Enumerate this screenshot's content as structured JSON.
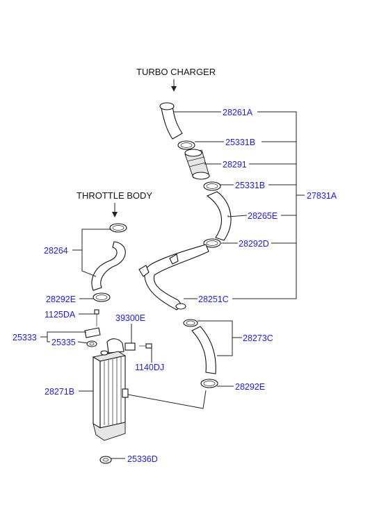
{
  "captions": {
    "turbo": "TURBO CHARGER",
    "throttle": "THROTTLE BODY"
  },
  "labels": {
    "p28261A": "28261A",
    "p25331B_1": "25331B",
    "p28291": "28291",
    "p25331B_2": "25331B",
    "p27831A": "27831A",
    "p28265E": "28265E",
    "p28292D": "28292D",
    "p28251C": "28251C",
    "p28264": "28264",
    "p28292E_1": "28292E",
    "p1125DA": "1125DA",
    "p39300E": "39300E",
    "p25333": "25333",
    "p25335": "25335",
    "p1140DJ": "1140DJ",
    "p28273C": "28273C",
    "p28271B": "28271B",
    "p28292E_2": "28292E",
    "p25336D": "25336D"
  },
  "colors": {
    "label": "#1a1aff",
    "lines": "#222222"
  }
}
